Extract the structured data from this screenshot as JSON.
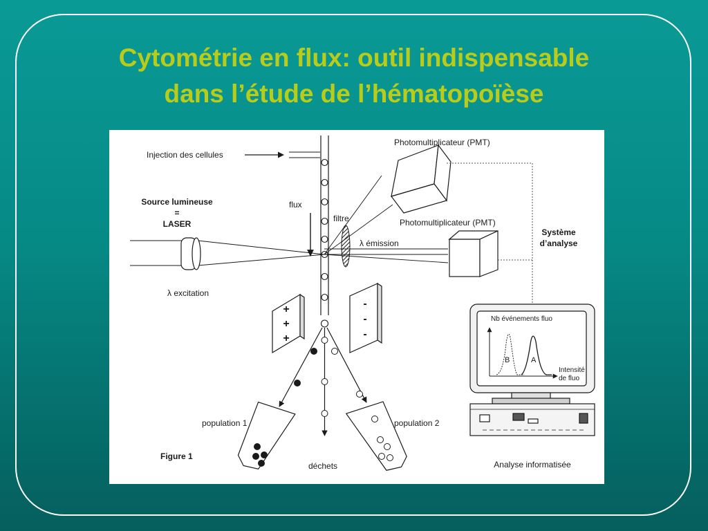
{
  "slide": {
    "title_line1": "Cytométrie en flux: outil indispensable",
    "title_line2": "dans l’étude de l’hématopoïèse"
  },
  "figure": {
    "injection": "Injection des cellules",
    "source_line1": "Source lumineuse",
    "source_line2": "=",
    "source_line3": "LASER",
    "flux": "flux",
    "filtre": "filtre",
    "pmt_top": "Photomultiplicateur (PMT)",
    "pmt_mid": "Photomultiplicateur (PMT)",
    "emission": "λ émission",
    "excitation": "λ excitation",
    "systeme_line1": "Système",
    "systeme_line2": "d’analyse",
    "nb_evenements": "Nb événements fluo",
    "peak_b": "B",
    "peak_a": "A",
    "intensite_line1": "Intensité",
    "intensite_line2": "de fluo",
    "population1": "population 1",
    "population2": "population 2",
    "dechets": "déchets",
    "figure_label": "Figure 1",
    "analyse": "Analyse informatisée",
    "plus_sign": "+",
    "minus_sign": "-"
  },
  "colors": {
    "background": "#068a86",
    "title": "#b9cc1a",
    "frame": "#ffffff",
    "figure_bg": "#ffffff",
    "ink": "#1a1a1a"
  }
}
